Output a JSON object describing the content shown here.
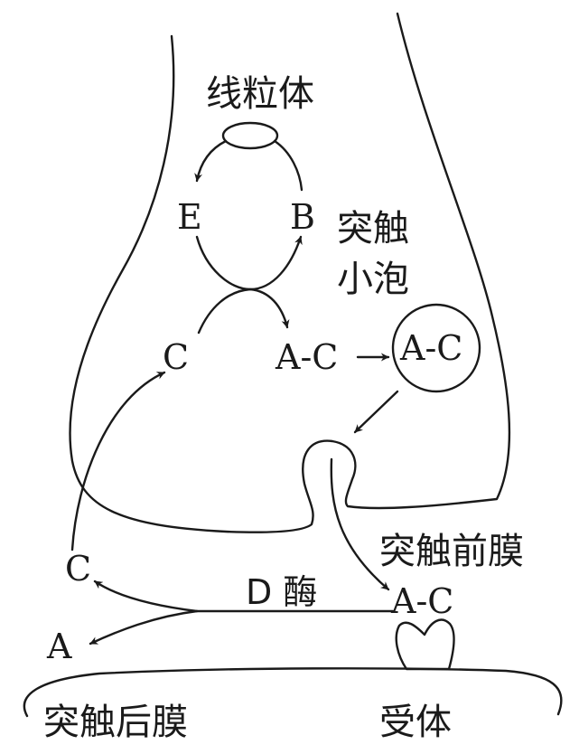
{
  "labels": {
    "mitochondria": "线粒体",
    "e": "E",
    "b": "B",
    "vesicle_line1": "突触",
    "vesicle_line2": "小泡",
    "c_upper": "C",
    "ac_free": "A-C",
    "ac_vesicle": "A-C",
    "presynaptic_membrane": "突触前膜",
    "c_lower": "C",
    "d_enzyme": "D 酶",
    "ac_receptor": "A-C",
    "a": "A",
    "postsynaptic_membrane": "突触后膜",
    "receptor": "受体"
  }
}
